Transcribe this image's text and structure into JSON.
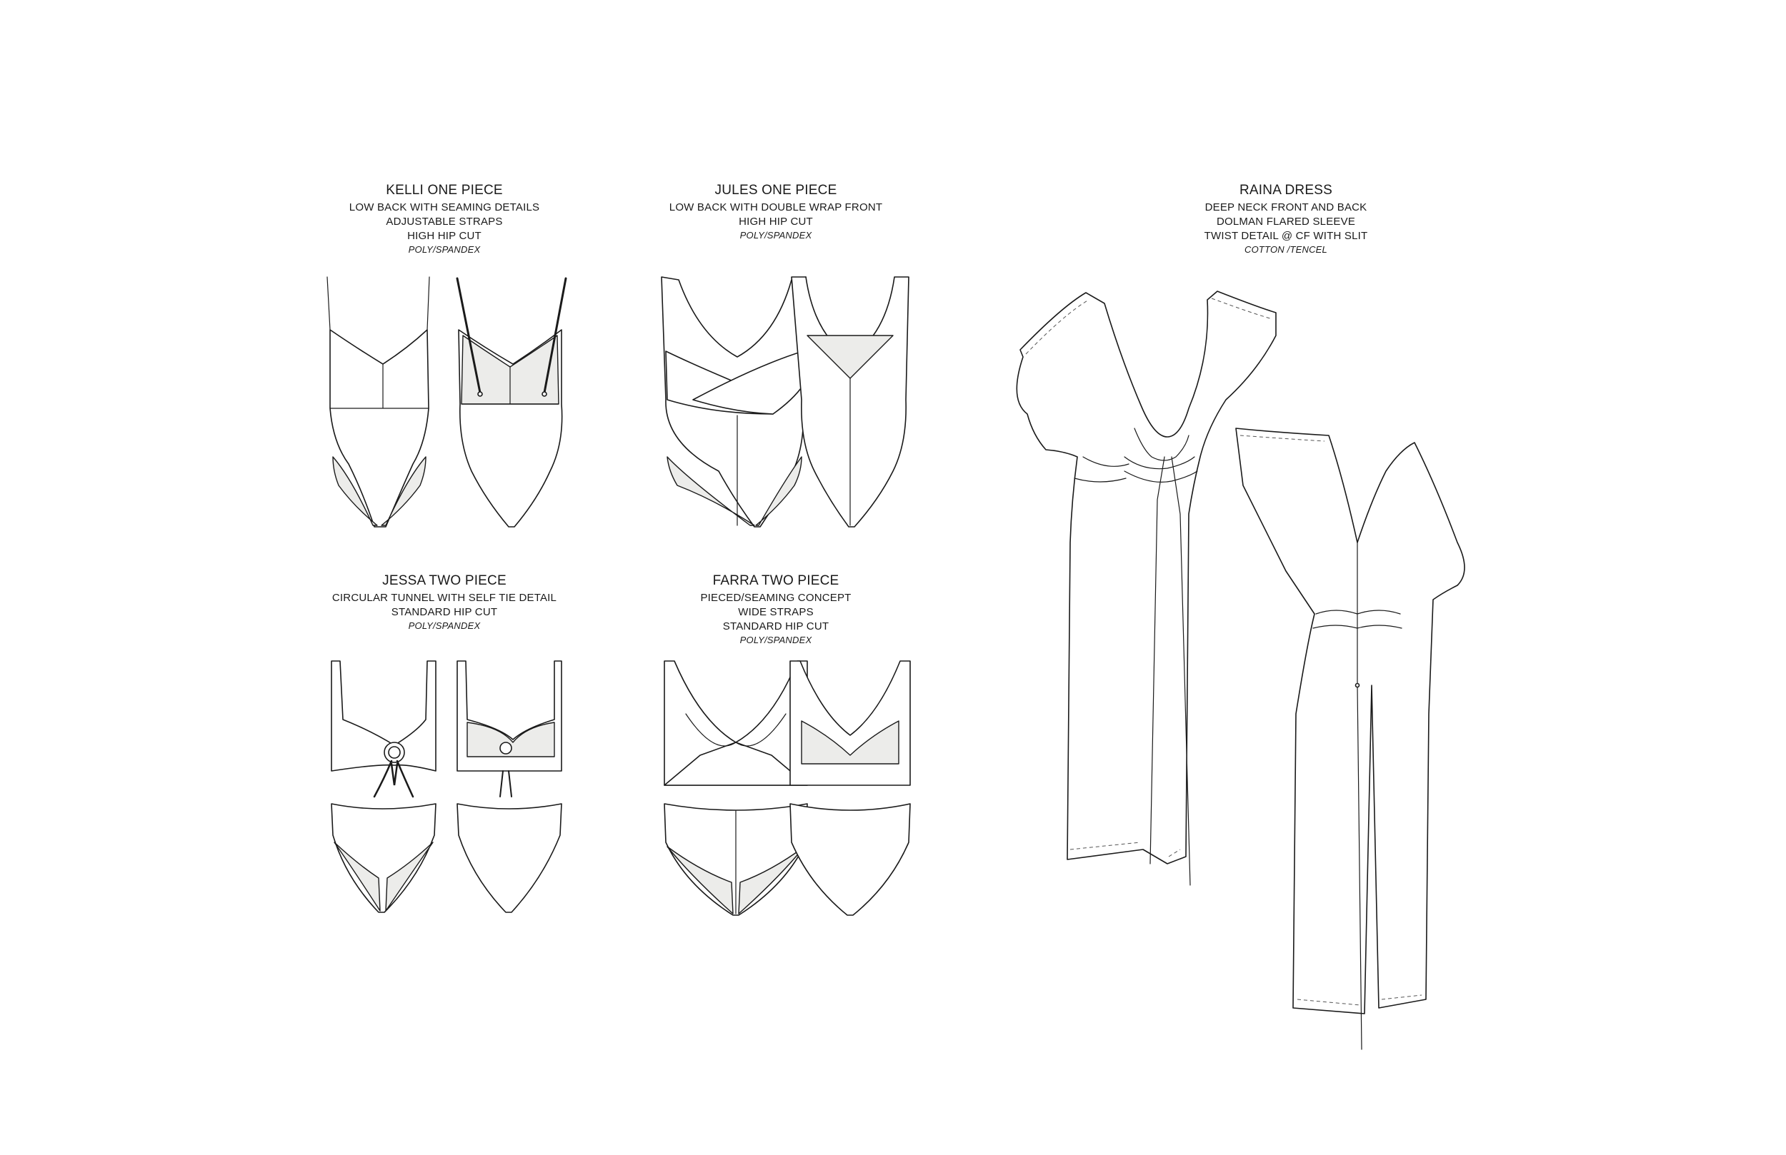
{
  "garments": [
    {
      "title": "KELLI ONE PIECE",
      "lines": [
        "LOW BACK WITH SEAMING DETAILS",
        "ADJUSTABLE STRAPS",
        "HIGH HIP CUT"
      ],
      "material": "POLY/SPANDEX"
    },
    {
      "title": "JULES ONE PIECE",
      "lines": [
        "LOW BACK WITH DOUBLE WRAP FRONT",
        "HIGH HIP CUT"
      ],
      "material": "POLY/SPANDEX"
    },
    {
      "title": "RAINA DRESS",
      "lines": [
        "DEEP NECK FRONT AND BACK",
        "DOLMAN FLARED SLEEVE",
        "TWIST DETAIL @ CF WITH SLIT"
      ],
      "material": "COTTON /TENCEL"
    },
    {
      "title": "JESSA TWO PIECE",
      "lines": [
        "CIRCULAR TUNNEL WITH SELF TIE DETAIL",
        "STANDARD HIP CUT"
      ],
      "material": "POLY/SPANDEX"
    },
    {
      "title": "FARRA TWO PIECE",
      "lines": [
        "PIECED/SEAMING CONCEPT",
        "WIDE STRAPS",
        "STANDARD HIP CUT"
      ],
      "material": "POLY/SPANDEX"
    }
  ]
}
